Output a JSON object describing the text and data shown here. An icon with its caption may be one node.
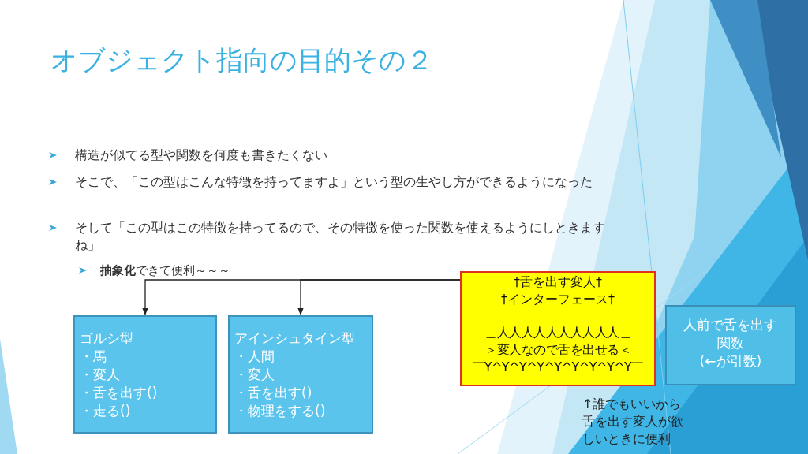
{
  "diagram": {
    "title": "オブジェクト指向の目的その２",
    "nodes": [
      {
        "text": [
          "†舌を出す変人†",
          "†インターフェース†",
          "＿人人人人人人人人人人＿",
          "＞変人なので舌を出せる＜",
          "￣Y^Y^Y^Y^Y^Y^Y^Y^Y￣"
        ]
      },
      {
        "text": [
          "ゴルシ型",
          "・馬",
          "・変人",
          "・舌を出す()",
          "・走る()"
        ]
      },
      {
        "text": [
          "アインシュタイン型",
          "・人間",
          "・変人",
          "・舌を出す()",
          "・物理をする()"
        ]
      },
      {
        "text": [
          "人前で舌を出す関数",
          "(←が引数)"
        ]
      }
    ],
    "edges": [
      {
        "from": 0,
        "to": 1,
        "arrow": "to"
      },
      {
        "from": 0,
        "to": 2,
        "arrow": "to"
      }
    ],
    "labels": [
      "構造が似てる型や関数を何度も書きたくない",
      "そこで、「この型はこんな特徴を持ってますよ」という型の生やし方ができるようになった",
      "そして「この型はこの特徴を持ってるので、その特徴を使った関数を使えるようにしときますね」",
      "**抽象化**できて便利～～～",
      "↑誰でもいいから舌を出す変人が欲しいときに便利"
    ]
  }
}
